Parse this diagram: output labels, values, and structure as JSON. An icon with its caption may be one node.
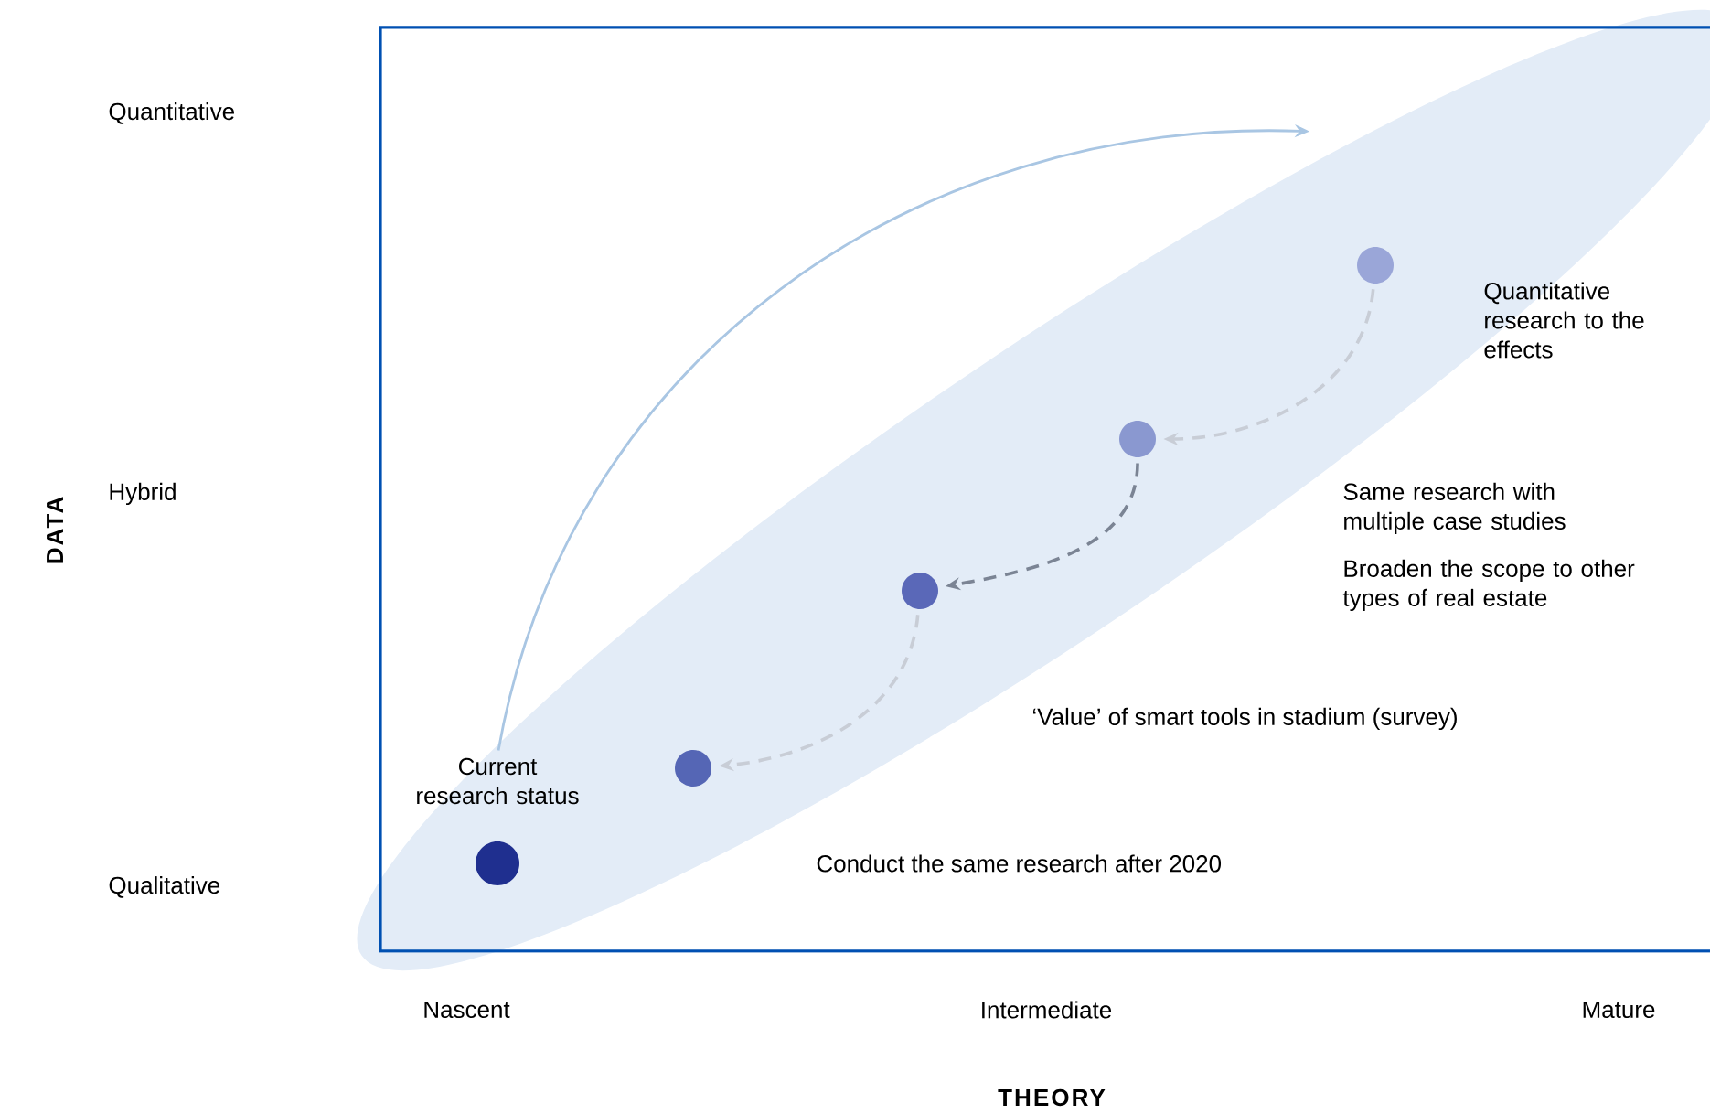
{
  "diagram": {
    "nodes": [
      {
        "text": [],
        "shape": "circle",
        "beside": [
          "Current research status"
        ]
      },
      {
        "text": [],
        "shape": "circle"
      },
      {
        "text": [],
        "shape": "circle"
      },
      {
        "text": [],
        "shape": "circle"
      },
      {
        "text": [],
        "shape": "circle"
      }
    ],
    "edges": [
      {
        "from": 0,
        "to": null,
        "arrow": "to",
        "color": "#a9c6e3"
      },
      {
        "from": 4,
        "to": 3,
        "arrow": "to",
        "style": "dashed"
      },
      {
        "from": 3,
        "to": 2,
        "arrow": "to",
        "style": "dashed",
        "color": "#7b8494"
      },
      {
        "from": 2,
        "to": 1,
        "arrow": "to",
        "style": "dashed"
      }
    ],
    "labels": [
      "Quantitative",
      "Quantitative research to the effects",
      "Hybrid",
      "Same research with multiple case studies",
      "Broaden the scope to other types of real estate",
      "DATA",
      "‘Value’ of smart tools in stadium (survey)",
      "Conduct the same research after 2020",
      "Qualitative",
      "Nascent",
      "Intermediate",
      "Mature",
      "THEORY"
    ]
  }
}
